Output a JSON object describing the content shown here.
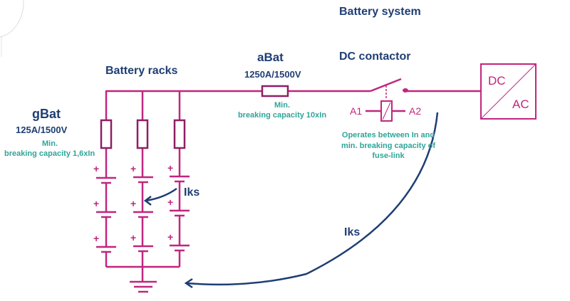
{
  "title": "Battery system",
  "labels": {
    "battery_racks": "Battery racks",
    "abat": {
      "name": "aBat",
      "rating": "1250A/1500V",
      "note_line1": "Min.",
      "note_line2": "breaking capacity 10xIn"
    },
    "gbat": {
      "name": "gBat",
      "rating": "125A/1500V",
      "note_line1": "Min.",
      "note_line2": "breaking capacity 1,6xIn"
    },
    "dc_contactor": "DC contactor",
    "coil_a1": "A1",
    "coil_a2": "A2",
    "contactor_note": [
      "Operates between In and",
      "min. breaking capacity of",
      "fuse-link"
    ],
    "converter_dc": "DC",
    "converter_ac": "AC",
    "iks_rack": "Iks",
    "iks_system": "Iks",
    "plus": "+"
  },
  "colors": {
    "circuit": "#c0267f",
    "fuse": "#8e1f64",
    "title": "#1f3e73",
    "note": "#2fa59a",
    "arrow": "#1f3e73"
  }
}
